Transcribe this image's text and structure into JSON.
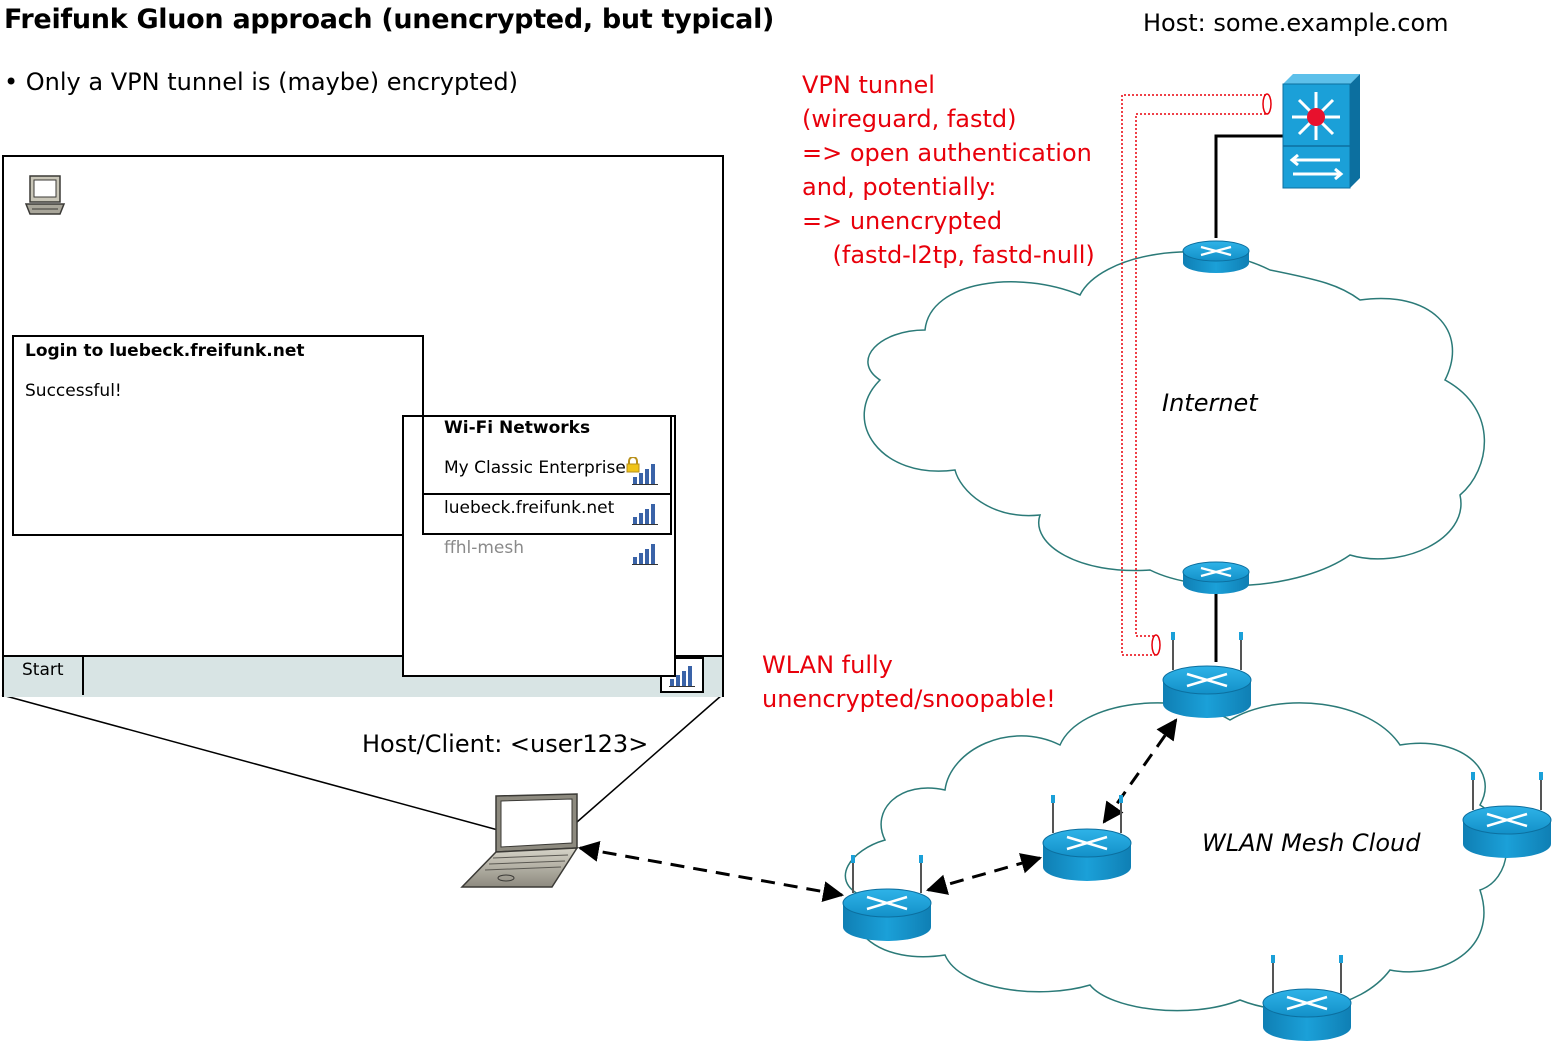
{
  "title": "Freifunk Gluon approach (unencrypted, but typical)",
  "bullet": "• Only a VPN tunnel is (maybe) encrypted)",
  "host_server": "Host: some.example.com",
  "host_client": "Host/Client: <user123>",
  "vpn_note": [
    "VPN tunnel",
    "(wireguard, fastd)",
    "=> open authentication",
    "and, potentially:",
    "=> unencrypted",
    "    (fastd-l2tp, fastd-null)"
  ],
  "wlan_note": [
    "WLAN fully",
    "unencrypted/snoopable!"
  ],
  "clouds": {
    "internet": "Internet",
    "mesh": "WLAN Mesh Cloud"
  },
  "screen": {
    "login_window": {
      "title": "Login to luebeck.freifunk.net",
      "message": "Successful!"
    },
    "wifi_menu": {
      "title": "Wi-Fi Networks",
      "networks": [
        {
          "name": "My Classic Enterprise",
          "locked": true
        },
        {
          "name": "luebeck.freifunk.net",
          "locked": false
        },
        {
          "name": "ffhl-mesh",
          "locked": false
        }
      ]
    },
    "taskbar": {
      "start_label": "Start"
    }
  },
  "colors": {
    "accent_red": "#e8000b",
    "cisco_blue": "#1ba0d8",
    "cloud_stroke": "#2b7a78",
    "taskbar_bg": "#d8e4e4"
  },
  "icons": [
    "desktop-computer-icon",
    "wifi-signal-icon",
    "lock-icon",
    "laptop-icon",
    "router-icon",
    "wireless-router-icon",
    "layer3-switch-icon"
  ]
}
